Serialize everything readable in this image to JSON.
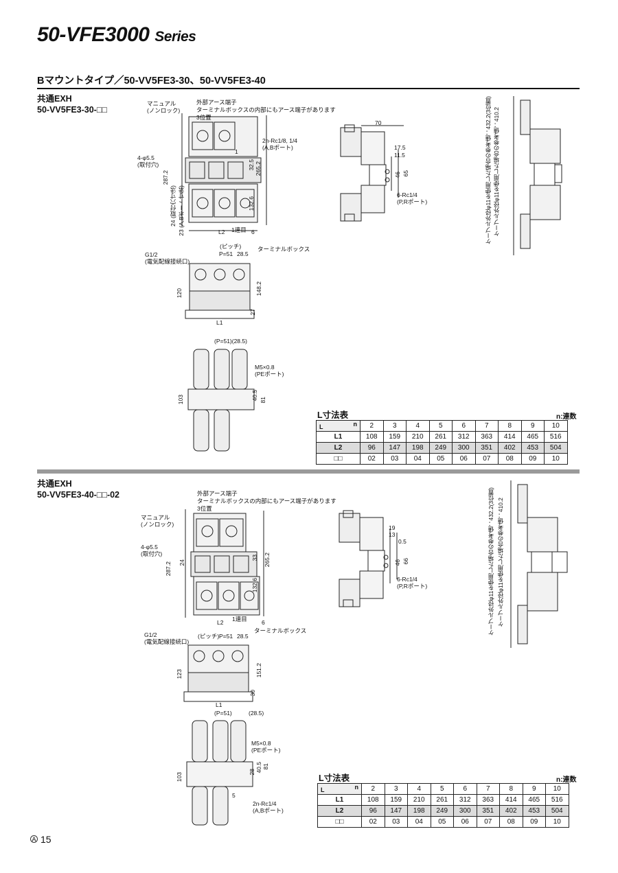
{
  "header": {
    "series_main": "50-VFE3000",
    "series_suffix": "Series"
  },
  "section": {
    "title": "Bマウントタイプ／50-VV5FE3-30、50-VV5FE3-40"
  },
  "block1": {
    "label": "共通EXH",
    "model": "50-VV5FE3-30-□□",
    "callouts": {
      "manual": "マニュアル\n(ノンロック)",
      "ground_ext": "外部アース端子",
      "ground_note": "ターミナルボックスの内部にもアース端子があります",
      "pos3": "3位置",
      "mount_hole": "4-φ5.5\n(取付穴)",
      "ports_ab": "2n-Rc1/8, 1/4\n(A,Bポート)",
      "ports_pr": "6-Rc1/4\n(P,Rポート)",
      "g_port": "G1/2\n(電気配線接続口)",
      "pitch": "(ピッチ)",
      "terminal_box": "ターミナルボックス",
      "pe_port": "M5×0.8\n(PEポート)",
      "station1": "1連目",
      "cable_max": "ケーブル外径φ11を使用した場合の参考値：432.2(3位置)",
      "cable_ref": "ケーブル外径φ11を使用した場合の参考値：410.2"
    },
    "dims": {
      "d70": "70",
      "d17_5": "17.5",
      "d11_5": "11.5",
      "d46": "46",
      "d65": "65",
      "d287_2": "287.2",
      "d265_2": "265.2",
      "d32_5": "32.5",
      "d132_6": "132.6",
      "d24": "24 (取付穴寸法)",
      "d23": "23 (A,Bポート寸法)",
      "d1": "1",
      "d6": "6",
      "L2": "L2",
      "L1": "L1",
      "p51": "P=51",
      "d28_5": "28.5",
      "d120": "120",
      "d148_2": "148.2",
      "d27": "27",
      "p51b": "(P=51)(28.5)",
      "d103": "103",
      "d40_5": "40.5",
      "d81": "81"
    }
  },
  "block2": {
    "label": "共通EXH",
    "model": "50-VV5FE3-40-□□-02",
    "callouts": {
      "manual": "マニュアル\n(ノンロック)",
      "ground_ext": "外部アース端子",
      "ground_note": "ターミナルボックスの内部にもアース端子があります",
      "pos3": "3位置",
      "mount_hole": "4-φ5.5\n(取付穴)",
      "ports_ab": "2n-Rc1/4\n(A,Bポート)",
      "ports_pr": "6-Rc1/4\n(P,Rポート)",
      "g_port": "G1/2\n(電気配線接続口)",
      "pitch": "(ピッチ)",
      "terminal_box": "ターミナルボックス",
      "pe_port": "M5×0.8\n(PEポート)",
      "station1": "1連目",
      "cable_max": "ケーブル外径φ11を使用した場合の参考値：432.2(3位置)",
      "cable_ref": "ケーブル外径φ11を使用した場合の参考値：410.2"
    },
    "dims": {
      "d19": "19",
      "d13": "13",
      "d0_5": "0.5",
      "d46": "46",
      "d66": "66",
      "d287_2": "287.2",
      "d265_2": "265.2",
      "d33": "33",
      "d132_6": "132.6",
      "d24": "24",
      "d6": "6",
      "L2": "L2",
      "L1": "L1",
      "p51": "P=51",
      "d28_5": "28.5",
      "d123": "123",
      "d151_2": "151.2",
      "d30": "30",
      "p51b": "(P=51)",
      "d28_5b": "(28.5)",
      "d103": "103",
      "d28": "28",
      "d40_5": "40.5",
      "d81": "81",
      "d5": "5"
    }
  },
  "ltable": {
    "title": "L寸法表",
    "unit": "n:連数",
    "corner_L": "L",
    "corner_n": "n",
    "n": [
      "2",
      "3",
      "4",
      "5",
      "6",
      "7",
      "8",
      "9",
      "10"
    ],
    "rows": [
      {
        "name": "L1",
        "values": [
          "108",
          "159",
          "210",
          "261",
          "312",
          "363",
          "414",
          "465",
          "516"
        ]
      },
      {
        "name": "L2",
        "values": [
          "96",
          "147",
          "198",
          "249",
          "300",
          "351",
          "402",
          "453",
          "504"
        ]
      },
      {
        "name": "□□",
        "values": [
          "02",
          "03",
          "04",
          "05",
          "06",
          "07",
          "08",
          "09",
          "10"
        ]
      }
    ]
  },
  "footer": {
    "page_mark": "A",
    "page": "15"
  }
}
